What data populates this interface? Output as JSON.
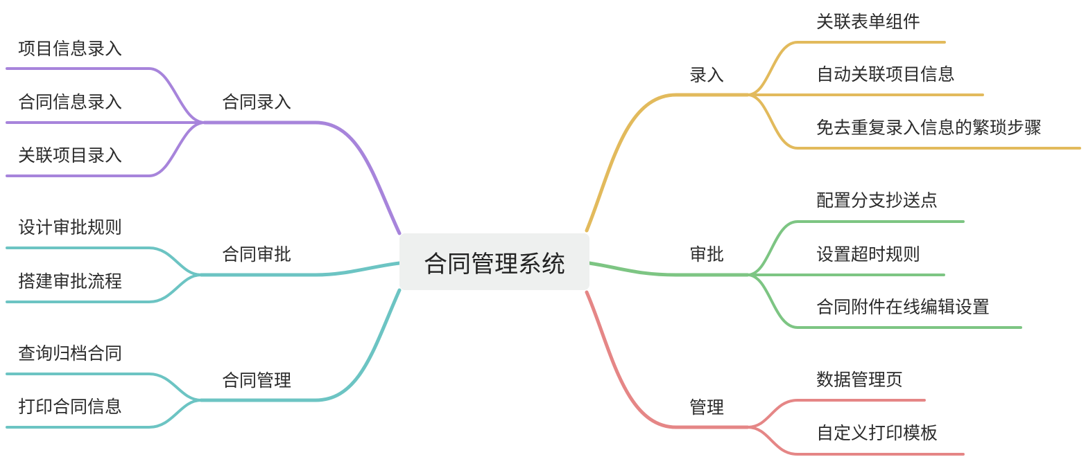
{
  "central": "合同管理系统",
  "colors": {
    "purple": "#a784db",
    "teal": "#6cc4c3",
    "yellow": "#e2ba5c",
    "green": "#7dc583",
    "red": "#e58686"
  },
  "left_branches": [
    {
      "label": "合同录入",
      "color": "#a784db",
      "children": [
        "项目信息录入",
        "合同信息录入",
        "关联项目录入"
      ]
    },
    {
      "label": "合同审批",
      "color": "#6cc4c3",
      "children": [
        "设计审批规则",
        "搭建审批流程"
      ]
    },
    {
      "label": "合同管理",
      "color": "#6cc4c3",
      "children": [
        "查询归档合同",
        "打印合同信息"
      ]
    }
  ],
  "right_branches": [
    {
      "label": "录入",
      "color": "#e2ba5c",
      "children": [
        "关联表单组件",
        "自动关联项目信息",
        "免去重复录入信息的繁琐步骤"
      ]
    },
    {
      "label": "审批",
      "color": "#7dc583",
      "children": [
        "配置分支抄送点",
        "设置超时规则",
        "合同附件在线编辑设置"
      ]
    },
    {
      "label": "管理",
      "color": "#e58686",
      "children": [
        "数据管理页",
        "自定义打印模板"
      ]
    }
  ]
}
